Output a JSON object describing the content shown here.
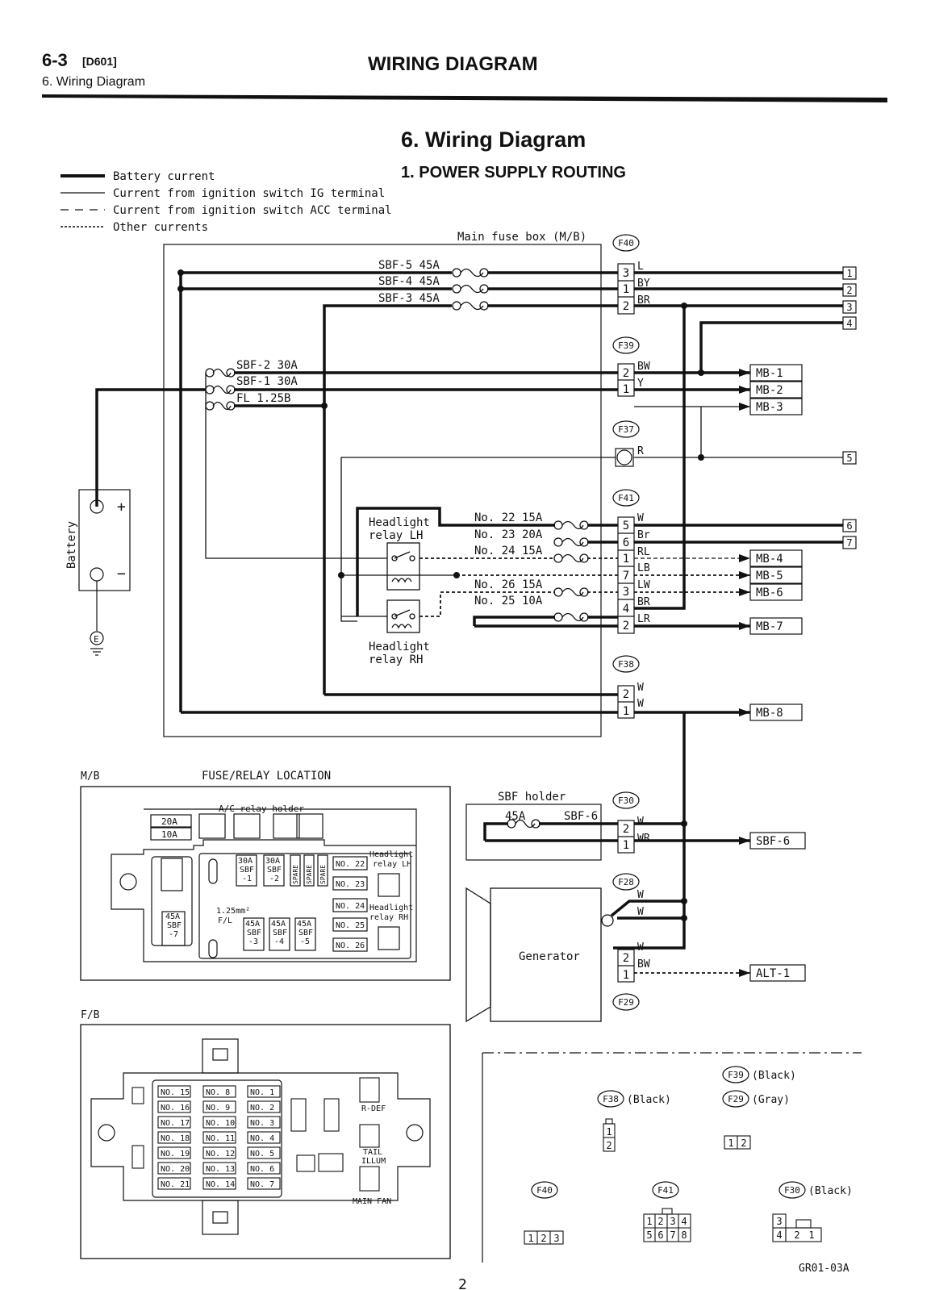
{
  "header": {
    "section_number": "6-3",
    "section_code": "[D601]",
    "section_subtitle": "6. Wiring Diagram",
    "title": "WIRING DIAGRAM"
  },
  "diagram": {
    "heading": "6. Wiring Diagram",
    "subheading": "1. POWER SUPPLY ROUTING",
    "legend": [
      "Battery current",
      "Current from ignition switch IG terminal",
      "Current from ignition switch ACC terminal",
      "Other currents"
    ],
    "main_fuse_box_label": "Main fuse box (M/B)",
    "fuses": {
      "sbf5": "SBF-5 45A",
      "sbf4": "SBF-4 45A",
      "sbf3": "SBF-3 45A",
      "sbf2": "SBF-2 30A",
      "sbf1": "SBF-1 30A",
      "fl": "FL 1.25B",
      "no22": "No. 22 15A",
      "no23": "No. 23 20A",
      "no24": "No. 24 15A",
      "no26": "No. 26 15A",
      "no25": "No. 25 10A"
    },
    "connectors": {
      "f40": "F40",
      "f39": "F39",
      "f37": "F37",
      "f41": "F41",
      "f38": "F38",
      "f30": "F30",
      "f28": "F28",
      "f29": "F29"
    },
    "pins": {
      "f40": [
        "3",
        "1",
        "2"
      ],
      "f39": [
        "2",
        "1"
      ],
      "f41": [
        "5",
        "6",
        "1",
        "7",
        "3",
        "4",
        "2"
      ],
      "f38": [
        "2",
        "1"
      ],
      "f30": [
        "2",
        "1"
      ],
      "f28": [
        "2",
        "1"
      ]
    },
    "wire_colors": {
      "f40": [
        "L",
        "BY",
        "BR"
      ],
      "f39": [
        "BW",
        "Y"
      ],
      "f37": "R",
      "f41": [
        "W",
        "Br",
        "RL",
        "LB",
        "LW",
        "BR",
        "LR"
      ],
      "f38": [
        "W",
        "W"
      ],
      "f30": [
        "W",
        "WR"
      ],
      "gen": [
        "W",
        "W",
        "W",
        "BW"
      ]
    },
    "terminals": [
      "1",
      "2",
      "3",
      "4",
      "5",
      "6",
      "7"
    ],
    "outputs": [
      "MB-1",
      "MB-2",
      "MB-3",
      "MB-4",
      "MB-5",
      "MB-6",
      "MB-7",
      "MB-8",
      "SBF-6",
      "ALT-1"
    ],
    "battery_label": "Battery",
    "plus": "+",
    "minus": "−",
    "ground": "E",
    "relay_lh": [
      "Headlight",
      "relay LH"
    ],
    "relay_rh": [
      "Headlight",
      "relay RH"
    ],
    "sbf_holder": "SBF holder",
    "sbf_holder_fuse": "45A",
    "sbf_holder_name": "SBF-6",
    "generator": "Generator"
  },
  "mb_location": {
    "code": "M/B",
    "title": "FUSE/RELAY LOCATION",
    "ac_relay": "A/C relay holder",
    "fuse_20a": "20A",
    "fuse_10a": "10A",
    "sbf7": [
      "45A",
      "SBF",
      "-7"
    ],
    "sbf1": [
      "30A",
      "SBF",
      "-1"
    ],
    "sbf2": [
      "30A",
      "SBF",
      "-2"
    ],
    "spare": "SPARE",
    "sbf3": [
      "45A",
      "SBF",
      "-3"
    ],
    "sbf4": [
      "45A",
      "SBF",
      "-4"
    ],
    "sbf5": [
      "45A",
      "SBF",
      "-5"
    ],
    "fl_label": [
      "1.25mm²",
      "F/L"
    ],
    "numbered": [
      "NO. 22",
      "NO. 23",
      "NO. 24",
      "NO. 25",
      "NO. 26"
    ],
    "relay_lh": [
      "Headlight",
      "relay LH"
    ],
    "relay_rh": [
      "Headlight",
      "relay RH"
    ]
  },
  "fb_location": {
    "code": "F/B",
    "col1": [
      "NO. 15",
      "NO. 16",
      "NO. 17",
      "NO. 18",
      "NO. 19",
      "NO. 20",
      "NO. 21"
    ],
    "col2": [
      "NO. 8",
      "NO. 9",
      "NO. 10",
      "NO. 11",
      "NO. 12",
      "NO. 13",
      "NO. 14"
    ],
    "col3": [
      "NO. 1",
      "NO. 2",
      "NO. 3",
      "NO. 4",
      "NO. 5",
      "NO. 6",
      "NO. 7"
    ],
    "rdef": "R-DEF",
    "tail": [
      "TAIL",
      "ILLUM"
    ],
    "main_fan": "MAIN FAN"
  },
  "connector_faces": {
    "f39": "F39",
    "f39_color": "(Black)",
    "f38": "F38",
    "f38_color": "(Black)",
    "f29": "F29",
    "f29_color": "(Gray)",
    "f40": "F40",
    "f41": "F41",
    "f30": "F30",
    "f30_color": "(Black)",
    "f38_pins": [
      "1",
      "2"
    ],
    "f29_pins": [
      "1",
      "2"
    ],
    "f40_pins": [
      "1",
      "2",
      "3"
    ],
    "f41_pins": [
      "1",
      "2",
      "3",
      "4",
      "5",
      "6",
      "7",
      "8"
    ],
    "f30_pins": [
      "3",
      "4",
      "2",
      "1"
    ]
  },
  "figure_code": "GR01-03A",
  "page_number": "2"
}
